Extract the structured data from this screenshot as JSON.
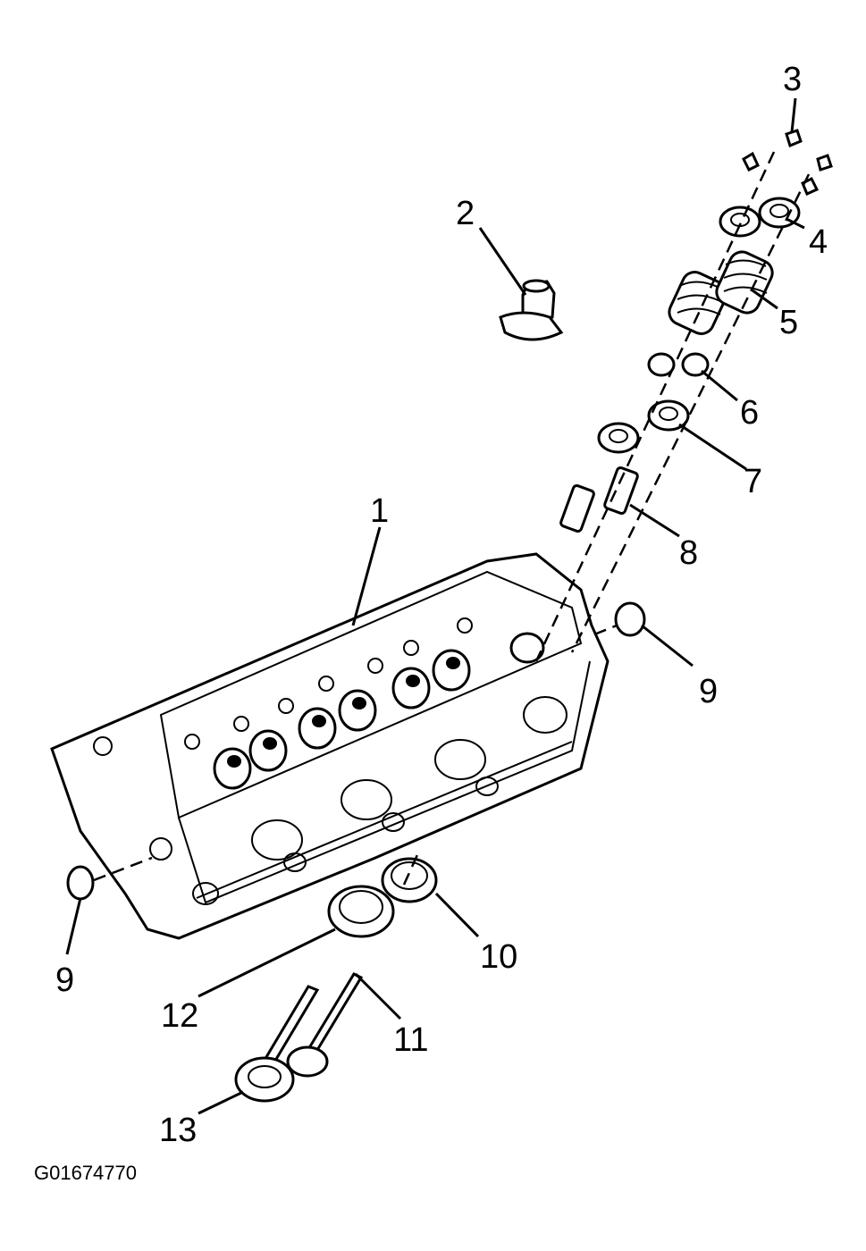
{
  "callouts": {
    "c1": "1",
    "c2": "2",
    "c3": "3",
    "c4": "4",
    "c5": "5",
    "c6": "6",
    "c7": "7",
    "c8": "8",
    "c9a": "9",
    "c9b": "9",
    "c10": "10",
    "c11": "11",
    "c12": "12",
    "c13": "13"
  },
  "figure_code": "G01674770"
}
